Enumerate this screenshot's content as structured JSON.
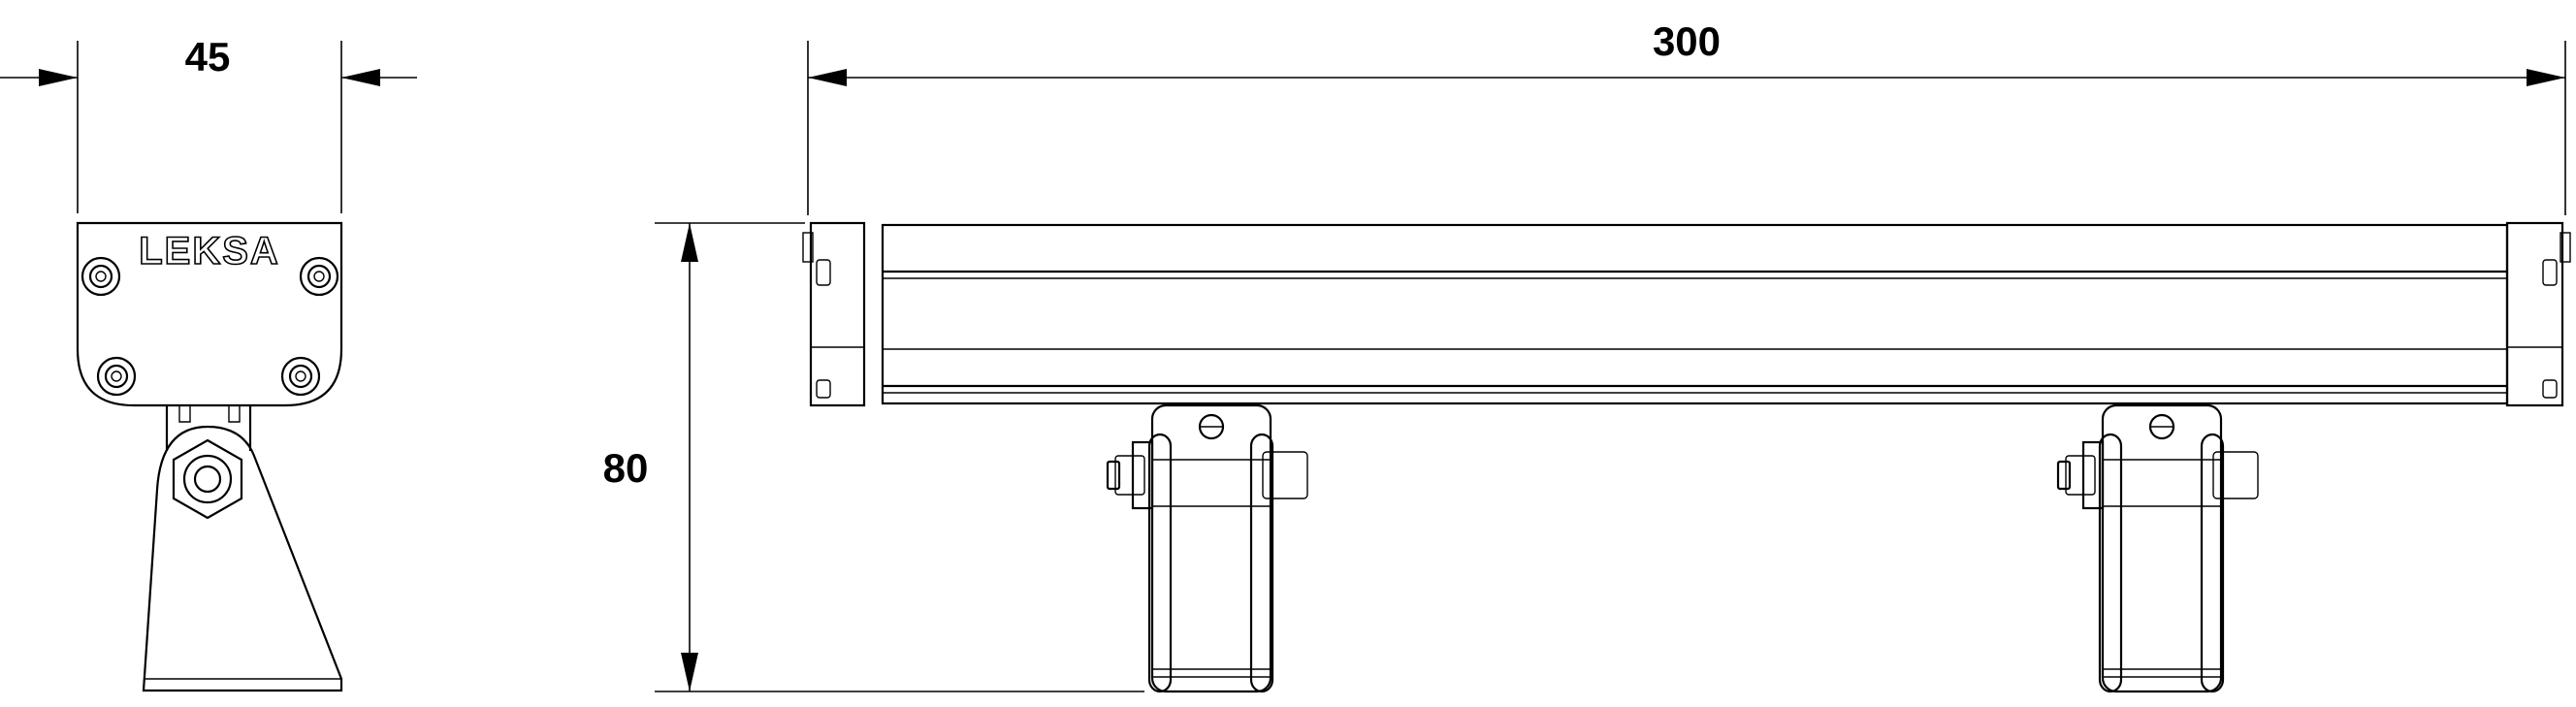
{
  "dimensions": {
    "width_side": "45",
    "length": "300",
    "height": "80"
  },
  "brand": {
    "logo_text": "LEKSA"
  },
  "colors": {
    "line": "#000000",
    "background": "#ffffff"
  }
}
